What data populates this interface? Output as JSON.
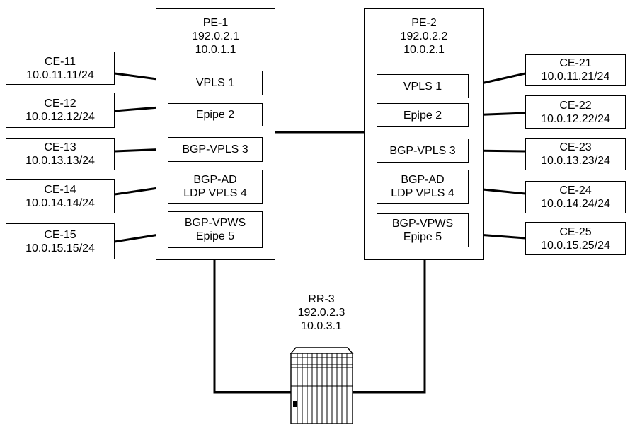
{
  "pe1": {
    "name": "PE-1",
    "system_ip": "192.0.2.1",
    "interface_ip": "10.0.1.1",
    "services": [
      {
        "lines": [
          "VPLS 1"
        ]
      },
      {
        "lines": [
          "Epipe 2"
        ]
      },
      {
        "lines": [
          "BGP-VPLS 3"
        ]
      },
      {
        "lines": [
          "BGP-AD",
          "LDP VPLS 4"
        ]
      },
      {
        "lines": [
          "BGP-VPWS",
          "Epipe 5"
        ]
      }
    ]
  },
  "pe2": {
    "name": "PE-2",
    "system_ip": "192.0.2.2",
    "interface_ip": "10.0.2.1",
    "services": [
      {
        "lines": [
          "VPLS 1"
        ]
      },
      {
        "lines": [
          "Epipe 2"
        ]
      },
      {
        "lines": [
          "BGP-VPLS 3"
        ]
      },
      {
        "lines": [
          "BGP-AD",
          "LDP VPLS 4"
        ]
      },
      {
        "lines": [
          "BGP-VPWS",
          "Epipe 5"
        ]
      }
    ]
  },
  "ce_left": [
    {
      "name": "CE-11",
      "ip": "10.0.11.11/24"
    },
    {
      "name": "CE-12",
      "ip": "10.0.12.12/24"
    },
    {
      "name": "CE-13",
      "ip": "10.0.13.13/24"
    },
    {
      "name": "CE-14",
      "ip": "10.0.14.14/24"
    },
    {
      "name": "CE-15",
      "ip": "10.0.15.15/24"
    }
  ],
  "ce_right": [
    {
      "name": "CE-21",
      "ip": "10.0.11.21/24"
    },
    {
      "name": "CE-22",
      "ip": "10.0.12.22/24"
    },
    {
      "name": "CE-23",
      "ip": "10.0.13.23/24"
    },
    {
      "name": "CE-24",
      "ip": "10.0.14.24/24"
    },
    {
      "name": "CE-25",
      "ip": "10.0.15.25/24"
    }
  ],
  "rr": {
    "name": "RR-3",
    "system_ip": "192.0.2.3",
    "interface_ip": "10.0.3.1",
    "icon": "server-icon"
  }
}
